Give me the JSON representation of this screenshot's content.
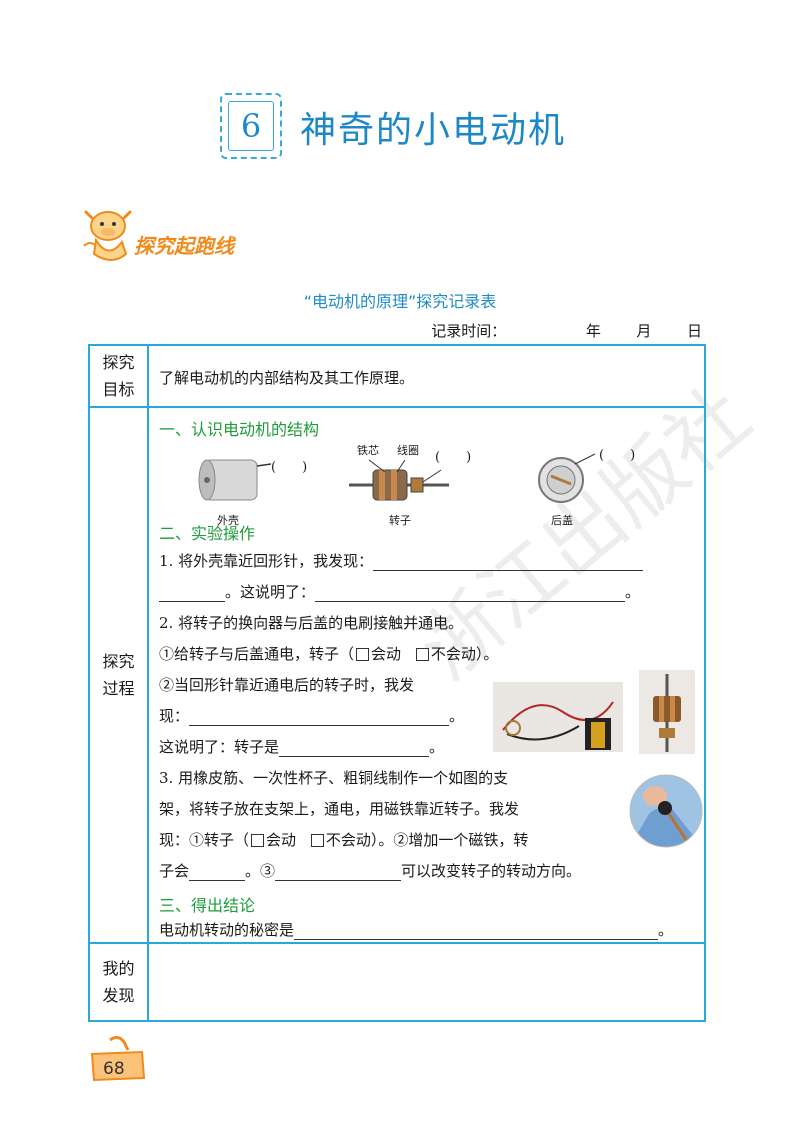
{
  "lesson": {
    "number": "6",
    "title": "神奇的小电动机"
  },
  "section_banner": "探究起跑线",
  "record_table": {
    "title": "“电动机的原理”探究记录表",
    "time_label": "记录时间：",
    "time_year": "年",
    "time_month": "月",
    "time_day": "日",
    "goal_head_1": "探究",
    "goal_head_2": "目标",
    "goal_text": "了解电动机的内部结构及其工作原理。",
    "process_head_1": "探究",
    "process_head_2": "过程",
    "part1_title": "一、认识电动机的结构",
    "part1_labels": {
      "core": "铁芯",
      "coil": "线圈",
      "shell": "外壳",
      "rotor": "转子",
      "back_cover": "后盖",
      "paren_1": "(　　)",
      "paren_2": "(　　)",
      "paren_3": "(　　)"
    },
    "part2_title": "二、实验操作",
    "step1_a": "1.  将外壳靠近回形针，我发现：",
    "step1_b": "。这说明了：",
    "step1_end": "。",
    "step2_a": "2.  将转子的换向器与后盖的电刷接触并通电。",
    "step2_b1": "①给转子与后盖通电，转子（",
    "step2_b_opt1": "会动",
    "step2_b_opt2": "不会动）。",
    "step2_c": "②当回形针靠近通电后的转子时，我发",
    "step2_d": "现：",
    "step2_d_end": "。",
    "step2_e": "这说明了：转子是",
    "step2_e_end": "。",
    "step3_a": "3.  用橡皮筋、一次性杯子、粗铜线制作一个如图的支",
    "step3_b": "架，将转子放在支架上，通电，用磁铁靠近转子。我发",
    "step3_c1": "现：①转子（",
    "step3_c_opt1": "会动",
    "step3_c_opt2": "不会动）。②增加一个磁铁，转",
    "step3_d1": "子会",
    "step3_d2": "。③",
    "step3_d3": "可以改变转子的转动方向。",
    "part3_title": "三、得出结论",
    "conclusion": "电动机转动的秘密是",
    "conclusion_end": "。",
    "findings_head_1": "我的",
    "findings_head_2": "发现"
  },
  "watermark": "浙江出版社",
  "page_number": "68"
}
